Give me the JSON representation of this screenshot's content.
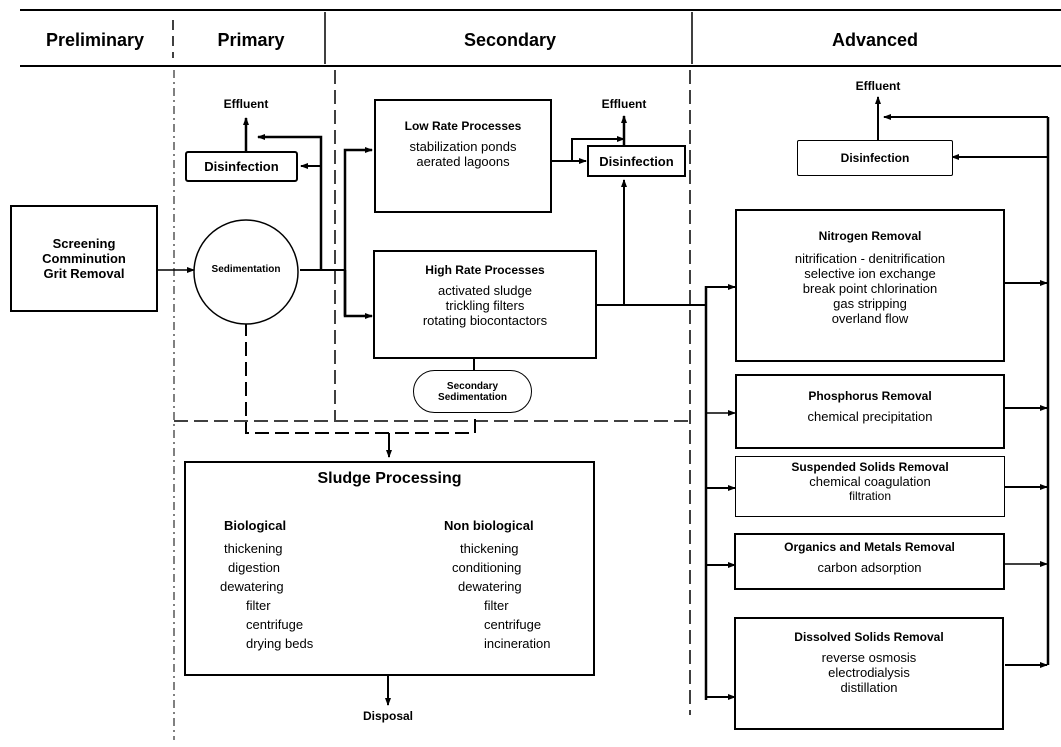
{
  "columns": {
    "preliminary": "Preliminary",
    "primary": "Primary",
    "secondary": "Secondary",
    "advanced": "Advanced"
  },
  "preliminary": {
    "box_lines": [
      "Screening",
      "Comminution",
      "Grit Removal"
    ]
  },
  "primary": {
    "sedimentation": "Sedimentation",
    "disinfection": "Disinfection",
    "effluent": "Effluent"
  },
  "secondary": {
    "low_rate": {
      "title": "Low Rate Processes",
      "items": [
        "stabilization ponds",
        "aerated lagoons"
      ]
    },
    "high_rate": {
      "title": "High Rate Processes",
      "items": [
        "activated sludge",
        "trickling filters",
        "rotating biocontactors"
      ]
    },
    "secondary_sedimentation": [
      "Secondary",
      "Sedimentation"
    ],
    "disinfection": "Disinfection",
    "effluent": "Effluent"
  },
  "advanced": {
    "disinfection": "Disinfection",
    "effluent": "Effluent",
    "processes": [
      {
        "title": "Nitrogen Removal",
        "items": [
          "nitrification - denitrification",
          "selective ion exchange",
          "break point chlorination",
          "gas stripping",
          "overland flow"
        ]
      },
      {
        "title": "Phosphorus Removal",
        "items": [
          "chemical precipitation"
        ]
      },
      {
        "title": "Suspended Solids Removal",
        "items": [
          "chemical coagulation",
          "filtration"
        ]
      },
      {
        "title": "Organics and Metals Removal",
        "items": [
          "carbon adsorption"
        ]
      },
      {
        "title": "Dissolved Solids Removal",
        "items": [
          "reverse osmosis",
          "electrodialysis",
          "distillation"
        ]
      }
    ]
  },
  "sludge": {
    "title": "Sludge Processing",
    "biological": {
      "title": "Biological",
      "items": [
        "thickening",
        "digestion",
        "dewatering"
      ],
      "sub_items": [
        "filter",
        "centrifuge",
        "drying beds"
      ]
    },
    "non_biological": {
      "title": "Non biological",
      "items": [
        "thickening",
        "conditioning",
        "dewatering"
      ],
      "sub_items": [
        "filter",
        "centrifuge",
        "incineration"
      ]
    },
    "disposal": "Disposal"
  }
}
